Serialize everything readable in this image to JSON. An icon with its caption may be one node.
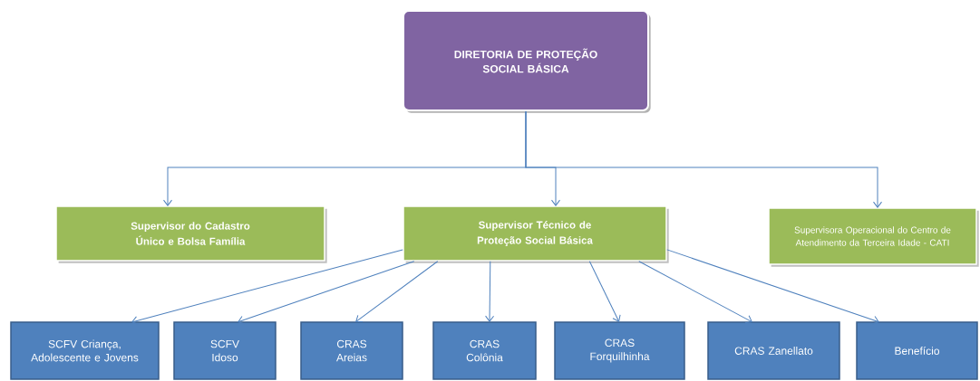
{
  "diagram": {
    "nodes": [
      {
        "text": [
          "DIRETORIA DE PROTEÇÃO SOCIAL BÁSICA"
        ]
      },
      {
        "text": [
          "Supervisor do Cadastro Único e Bolsa Família"
        ]
      },
      {
        "text": [
          "Supervisor Técnico de Proteção Social Básica"
        ]
      },
      {
        "text": [
          "Supervisora Operacional do Centro de Atendimento da Terceira Idade - CATI"
        ]
      },
      {
        "text": [
          "SCFV Criança, Adolescente e Jovens"
        ]
      },
      {
        "text": [
          "SCFV Idoso"
        ]
      },
      {
        "text": [
          "CRAS Areias"
        ]
      },
      {
        "text": [
          "CRAS Colônia"
        ]
      },
      {
        "text": [
          "CRAS Forquilhinha"
        ]
      },
      {
        "text": [
          "CRAS Zanellato"
        ]
      },
      {
        "text": [
          "Benefício"
        ]
      }
    ],
    "edges": [
      {
        "from": 0,
        "to": 1,
        "arrow": "to"
      },
      {
        "from": 0,
        "to": 2,
        "arrow": "to"
      },
      {
        "from": 0,
        "to": 3,
        "arrow": "to"
      },
      {
        "from": 2,
        "to": 4,
        "arrow": "to"
      },
      {
        "from": 2,
        "to": 5,
        "arrow": "to"
      },
      {
        "from": 2,
        "to": 6,
        "arrow": "to"
      },
      {
        "from": 2,
        "to": 7,
        "arrow": "to"
      },
      {
        "from": 2,
        "to": 8,
        "arrow": "to"
      },
      {
        "from": 2,
        "to": 9,
        "arrow": "to"
      },
      {
        "from": 2,
        "to": 10,
        "arrow": "to"
      }
    ]
  }
}
